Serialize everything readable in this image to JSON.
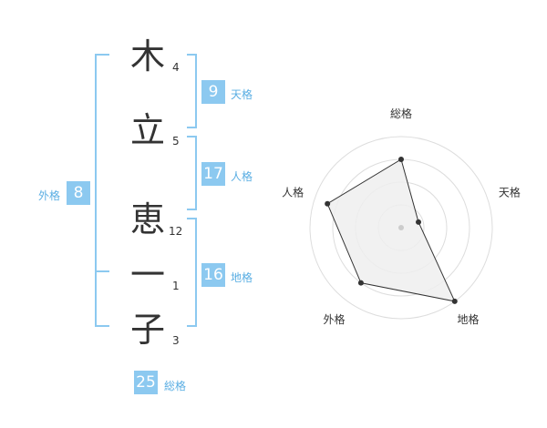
{
  "name": {
    "characters": [
      {
        "char": "木",
        "strokes": "4"
      },
      {
        "char": "立",
        "strokes": "5"
      },
      {
        "char": "恵",
        "strokes": "12"
      },
      {
        "char": "一",
        "strokes": "1"
      },
      {
        "char": "子",
        "strokes": "3"
      }
    ]
  },
  "fortunes": {
    "tenkaku": {
      "value": "9",
      "label": "天格"
    },
    "jinkaku": {
      "value": "17",
      "label": "人格"
    },
    "chikaku": {
      "value": "16",
      "label": "地格"
    },
    "gaikaku": {
      "value": "8",
      "label": "外格"
    },
    "soukaku": {
      "value": "25",
      "label": "総格"
    }
  },
  "colors": {
    "accent": "#8cc9f0",
    "bracket": "#8cc9f0",
    "label_text": "#5aaee3",
    "radar_fill": "#eeeeee",
    "radar_grid": "#dddddd",
    "radar_line": "#333333"
  },
  "chart_data": {
    "type": "radar",
    "axes": [
      "総格",
      "天格",
      "地格",
      "外格",
      "人格"
    ],
    "values": [
      0.75,
      0.2,
      1.0,
      0.75,
      0.85
    ],
    "rings": 4
  }
}
